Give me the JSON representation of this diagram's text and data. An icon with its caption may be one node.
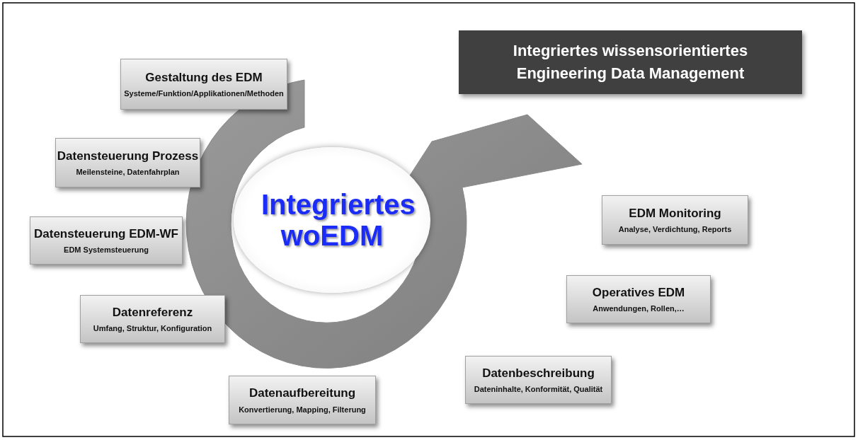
{
  "diagram": {
    "nodes": [
      {
        "text": [
          "Gestaltung des EDM",
          "Systeme/Funktion/Applikationen/Methoden"
        ]
      },
      {
        "text": [
          "Integriertes wissensorientiertes Engineering Data Management"
        ]
      },
      {
        "text": [
          "Datensteuerung Prozess",
          "Meilensteine, Datenfahrplan"
        ]
      },
      {
        "text": [
          "Datensteuerung EDM-WF",
          "EDM Systemsteuerung"
        ]
      },
      {
        "text": [
          "Integriertes woEDM"
        ]
      },
      {
        "text": [
          "EDM Monitoring",
          "Analyse, Verdichtung, Reports"
        ]
      },
      {
        "text": [
          "Operatives EDM",
          "Anwendungen, Rollen,…"
        ]
      },
      {
        "text": [
          "Datenreferenz",
          "Umfang, Struktur, Konfiguration"
        ]
      },
      {
        "text": [
          "Datenbeschreibung",
          "Dateninhalte, Konformität, Qualität"
        ]
      },
      {
        "text": [
          "Datenaufbereitung",
          "Konvertierung, Mapping,  Filterung"
        ]
      }
    ]
  }
}
